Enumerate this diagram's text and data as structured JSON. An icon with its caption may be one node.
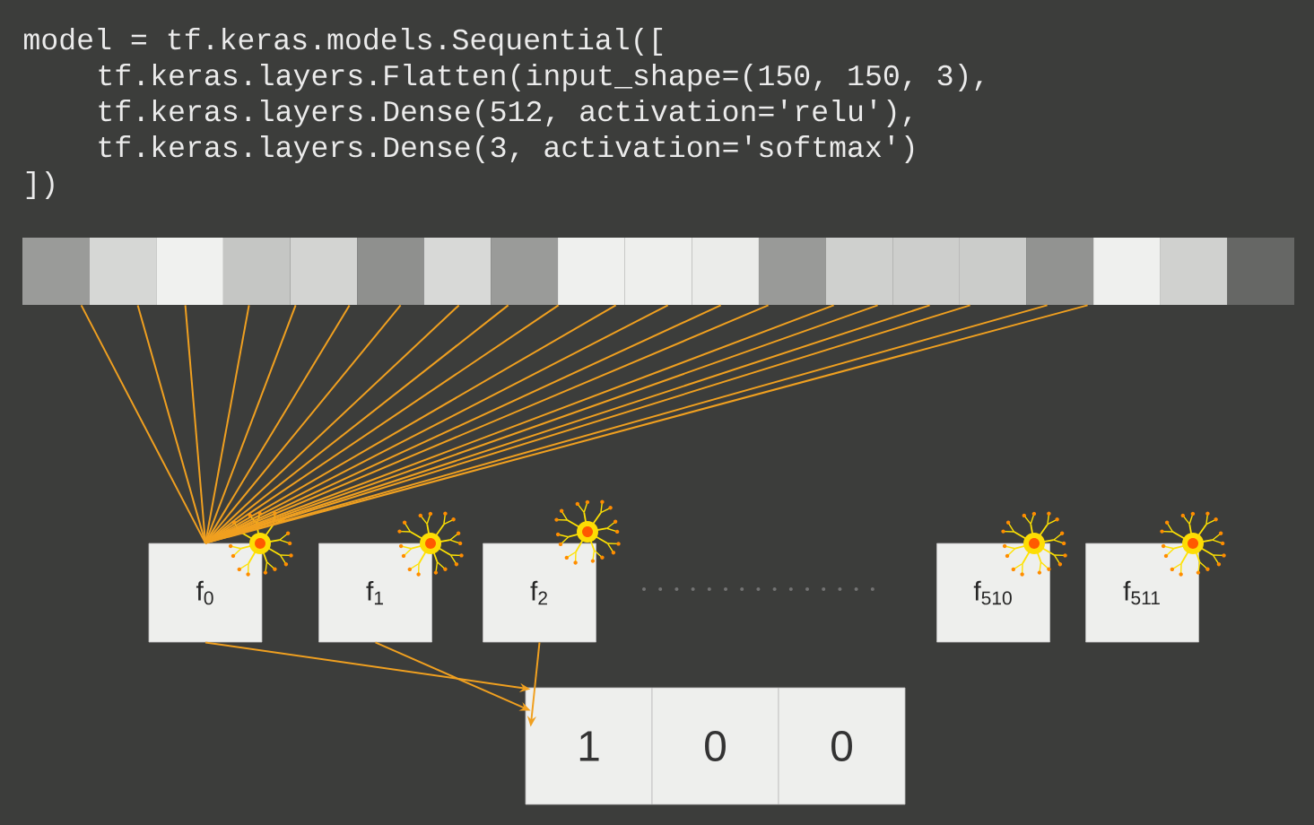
{
  "diagram": {
    "nodes": [
      {
        "text": [],
        "shape": "bar"
      },
      {
        "text": [
          "f$_{0}$"
        ]
      },
      {
        "text": [
          "f$_{1}$"
        ]
      },
      {
        "text": [
          "f$_{2}$"
        ]
      },
      {
        "text": [
          "f$_{510}$"
        ]
      },
      {
        "text": [
          "f$_{511}$"
        ]
      },
      {
        "text": [
          "1"
        ]
      },
      {
        "text": [
          "0"
        ]
      },
      {
        "text": [
          "0"
        ]
      }
    ],
    "edges": [
      {
        "from": 0,
        "to": 1,
        "arrow": "none"
      },
      {
        "from": 0,
        "to": 1,
        "arrow": "none"
      },
      {
        "from": 0,
        "to": 1,
        "arrow": "none"
      },
      {
        "from": 0,
        "to": 1,
        "arrow": "none"
      },
      {
        "from": 0,
        "to": 1,
        "arrow": "none"
      },
      {
        "from": 0,
        "to": 1,
        "arrow": "none"
      },
      {
        "from": 0,
        "to": 1,
        "arrow": "none"
      },
      {
        "from": 0,
        "to": 1,
        "arrow": "none"
      },
      {
        "from": 0,
        "to": 1,
        "arrow": "none"
      },
      {
        "from": 0,
        "to": 1,
        "arrow": "none"
      },
      {
        "from": 0,
        "to": 1,
        "arrow": "none"
      },
      {
        "from": 0,
        "to": 1,
        "arrow": "none"
      },
      {
        "from": 0,
        "to": 1,
        "arrow": "none"
      },
      {
        "from": 0,
        "to": 1,
        "arrow": "none"
      },
      {
        "from": 0,
        "to": 1,
        "arrow": "none"
      },
      {
        "from": 0,
        "to": 1,
        "arrow": "none"
      },
      {
        "from": 0,
        "to": 1,
        "arrow": "none"
      },
      {
        "from": 0,
        "to": 1,
        "arrow": "none"
      },
      {
        "from": 0,
        "to": 1,
        "arrow": "none"
      },
      {
        "from": 0,
        "to": 1,
        "arrow": "none"
      },
      {
        "from": 1,
        "to": 6,
        "arrow": "to"
      },
      {
        "from": 2,
        "to": 6,
        "arrow": "to"
      },
      {
        "from": 3,
        "to": 6,
        "arrow": "to"
      }
    ],
    "labels": [
      "model = tf.keras.models.Sequential([",
      "tf.keras.layers.Flatten(input_shape=(150, 150, 3),",
      "tf.keras.layers.Dense(512, activation='relu'),",
      "tf.keras.layers.Dense(3, activation='softmax')",
      "])"
    ]
  }
}
